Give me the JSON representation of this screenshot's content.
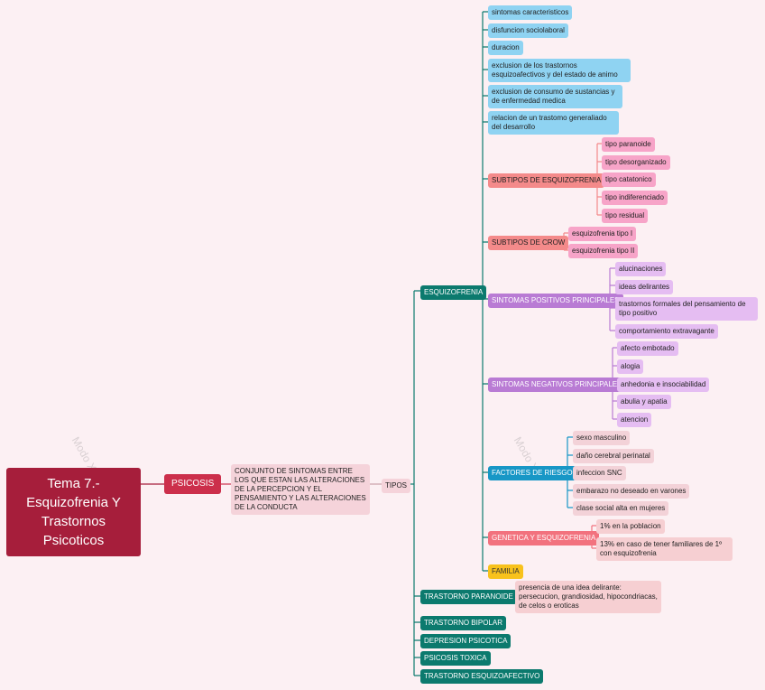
{
  "root": "Tema 7.- Esquizofrenia Y Trastornos Psicoticos",
  "psicosis": "PSICOSIS",
  "definition": "CONJUNTO DE SINTOMAS ENTRE LOS QUE ESTAN LAS ALTERACIONES DE LA PERCEPCION Y EL PENSAMIENTO Y LAS ALTERACIONES DE LA CONDUCTA",
  "tipos": "TIPOS",
  "esquizofrenia": {
    "label": "ESQUIZOFRENIA",
    "criteria": [
      "sintomas caracteristicos",
      "disfuncion sociolaboral",
      "duracion",
      "exclusion de los trastornos esquizoafectivos y del estado de animo",
      "exclusion de consumo de sustancias y de enfermedad medica",
      "relacion de un trastomo generaliado del desarrollo"
    ],
    "subtipos": {
      "label": "SUBTIPOS DE ESQUIZOFRENIA",
      "items": [
        "tipo paranoide",
        "tipo desorganizado",
        "tipo catatonico",
        "tipo indiferenciado",
        "tipo residual"
      ]
    },
    "crow": {
      "label": "SUBTIPOS DE CROW",
      "items": [
        "esquizofrenia tipo I",
        "esquizofrenia tipo II"
      ]
    },
    "positivos": {
      "label": "SINTOMAS POSITIVOS PRINCIPALES",
      "items": [
        "alucinaciones",
        "ideas delirantes",
        "trastornos formales del pensamiento de tipo positivo",
        "comportamiento extravagante"
      ]
    },
    "negativos": {
      "label": "SINTOMAS NEGATIVOS PRINCIPALES",
      "items": [
        "afecto embotado",
        "alogia",
        "anhedonia e insociabilidad",
        "abulia y apatia",
        "atencion"
      ]
    },
    "riesgo": {
      "label": "FACTORES DE RIESGO",
      "items": [
        "sexo masculino",
        "daño cerebral perinatal",
        "infeccion SNC",
        "embarazo no deseado en varones",
        "clase social alta en mujeres"
      ]
    },
    "genetica": {
      "label": "GENETICA Y ESQUIZOFRENIA",
      "items": [
        "1% en la poblacion",
        "13% en caso de tener familiares de 1º con esquizofrenia"
      ]
    },
    "familia": "FAMILIA"
  },
  "paranoide": {
    "label": "TRASTORNO PARANOIDE",
    "detail": "presencia de una idea delirante: persecucion, grandiosidad, hipocondriacas, de celos o eroticas"
  },
  "others": [
    "TRASTORNO BIPOLAR",
    "DEPRESION PSICOTICA",
    "PSICOSIS TOXICA",
    "TRASTORNO ESQUIZOAFECTIVO"
  ],
  "colors": {
    "root": "#a61e3b",
    "psicosis": "#cc2f4b",
    "esquizofrenia": "#0c7a6e",
    "criteria": "#8fd3f2",
    "subtipos": "#f48a8a",
    "positivos": "#b97bd4",
    "riesgo": "#1897c6",
    "genetica": "#f2727e",
    "familia": "#f8c21c"
  }
}
